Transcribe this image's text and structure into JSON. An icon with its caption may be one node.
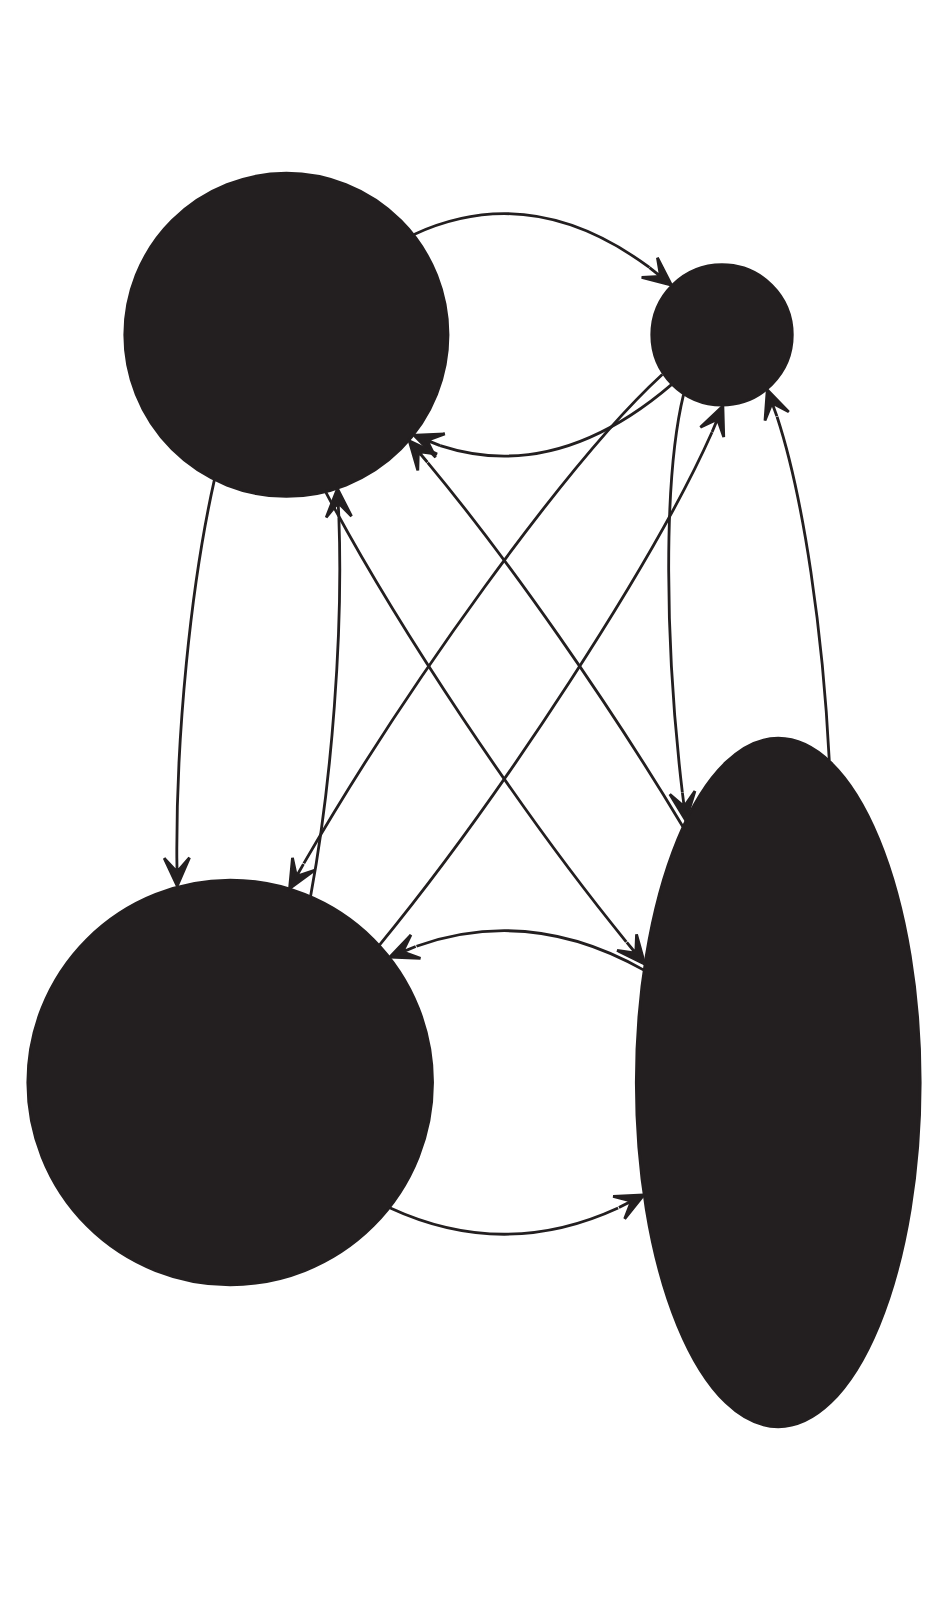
{
  "diagram": {
    "nodes": [
      {
        "text": [],
        "shape": "circle"
      },
      {
        "text": [],
        "shape": "circle"
      },
      {
        "text": [],
        "shape": "circle"
      },
      {
        "text": [],
        "shape": "ellipse"
      }
    ],
    "edges": [
      {
        "from": 1,
        "to": 0,
        "arrow": "to"
      },
      {
        "from": 0,
        "to": 1,
        "arrow": "to"
      },
      {
        "from": 2,
        "to": 0,
        "arrow": "to"
      },
      {
        "from": 0,
        "to": 2,
        "arrow": "to"
      },
      {
        "from": 0,
        "to": 3,
        "arrow": "to"
      },
      {
        "from": 3,
        "to": 0,
        "arrow": "to"
      },
      {
        "from": 2,
        "to": 1,
        "arrow": "to"
      },
      {
        "from": 1,
        "to": 2,
        "arrow": "to"
      },
      {
        "from": 3,
        "to": 1,
        "arrow": "to"
      },
      {
        "from": 1,
        "to": 3,
        "arrow": "to"
      },
      {
        "from": 2,
        "to": 3,
        "arrow": "to"
      },
      {
        "from": 3,
        "to": 2,
        "arrow": "to"
      }
    ]
  }
}
